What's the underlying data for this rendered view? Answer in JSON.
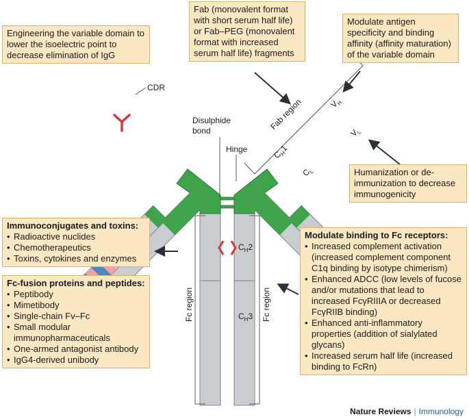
{
  "labels": {
    "cdr": "CDR",
    "disulphide_line1": "Disulphide",
    "disulphide_line2": "bond",
    "hinge": "Hinge",
    "fab_region": "Fab region",
    "fc_region": "Fc region",
    "ch1_main": "C",
    "ch1_sub": "H",
    "ch1_num": "1",
    "cl_main": "C",
    "cl_sub": "L",
    "vh_main": "V",
    "vh_sub": "H",
    "vl_main": "V",
    "vl_sub": "L",
    "ch2_main": "C",
    "ch2_sub": "H",
    "ch2_num": "2",
    "ch3_main": "C",
    "ch3_sub": "H",
    "ch3_num": "3"
  },
  "boxes": {
    "isoelectric": "Engineering the variable domain to lower the isoelectric point to decrease elimination of IgG",
    "fab_fragments": "Fab (monovalent format with short serum half life) or Fab–PEG (monovalent format with increased serum half life) fragments",
    "affinity": "Modulate antigen specificity and binding affinity (affinity maturation) of the variable domain",
    "humanization": "Humanization or de-immunization to decrease immunogenicity",
    "immunoconjugates": {
      "title": "Immunoconjugates and toxins:",
      "items": [
        "Radioactive nuclides",
        "Chemotherapeutics",
        "Toxins, cytokines and enzymes"
      ]
    },
    "fc_fusion": {
      "title": "Fc-fusion proteins and peptides:",
      "items": [
        "Peptibody",
        "Mimetibody",
        "Single-chain Fv–Fc",
        "Small modular immunopharmaceuticals",
        "One-armed antagonist antibody",
        "IgG4-derived unibody"
      ]
    },
    "fc_receptors": {
      "title": "Modulate binding to Fc receptors:",
      "items": [
        "Increased complement activation (increased complement component C1q binding by isotype chimerism)",
        "Enhanced ADCC (low levels of fucose and/or mutations that lead to increased FcγRIIIA or decreased FcγRIIB binding)",
        "Enhanced anti-inflammatory properties (addition of sialylated glycans)",
        "Increased serum half life (increased binding to FcRn)"
      ]
    }
  },
  "credit": {
    "journal": "Nature Reviews",
    "separator": "|",
    "section": "Immunology"
  },
  "colors": {
    "chain_grey": "#c9ccd0",
    "chain_outline": "#7f8489",
    "hinge_green": "#3ea34a",
    "cdr_blue": "#4f86c6",
    "cdr_pink": "#eea3a3",
    "box_fill": "#fbe7c2",
    "box_border": "#d9b36c",
    "red_mark": "#e0343a"
  }
}
